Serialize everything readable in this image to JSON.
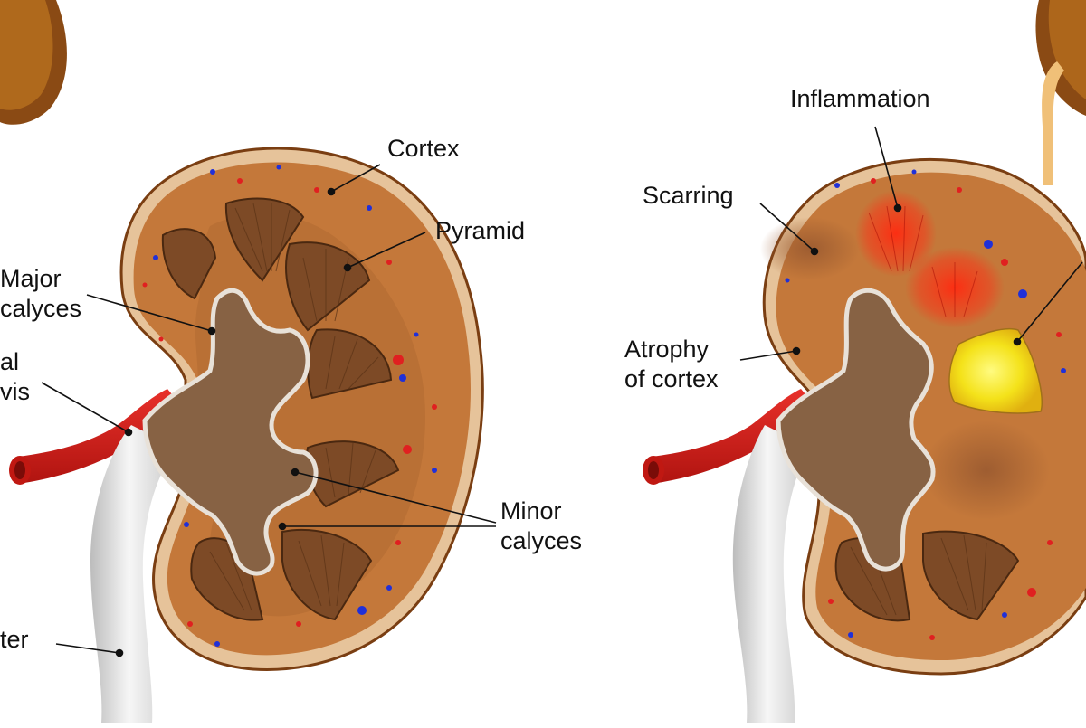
{
  "labels": {
    "cortex": "Cortex",
    "pyramid": "Pyramid",
    "major_calyces_1": "Major",
    "major_calyces_2": "calyces",
    "renal_pelvis_1": "al",
    "renal_pelvis_2": "vis",
    "minor_calyces_1": "Minor",
    "minor_calyces_2": "calyces",
    "ureter": "ter",
    "inflammation": "Inflammation",
    "scarring": "Scarring",
    "atrophy_1": "Atrophy",
    "atrophy_2": "of cortex"
  },
  "colors": {
    "cortex": "#c87a3c",
    "capsule": "#e8c7a1",
    "pyramid": "#7a4a28",
    "calyx": "#8b5a36",
    "artery": "#d9201e",
    "ureter": "#e3e3e3",
    "inflammation": "#ee3a1e",
    "abscess": "#f5e21a",
    "vessel_red": "#e02020",
    "vessel_blue": "#2030d8"
  }
}
